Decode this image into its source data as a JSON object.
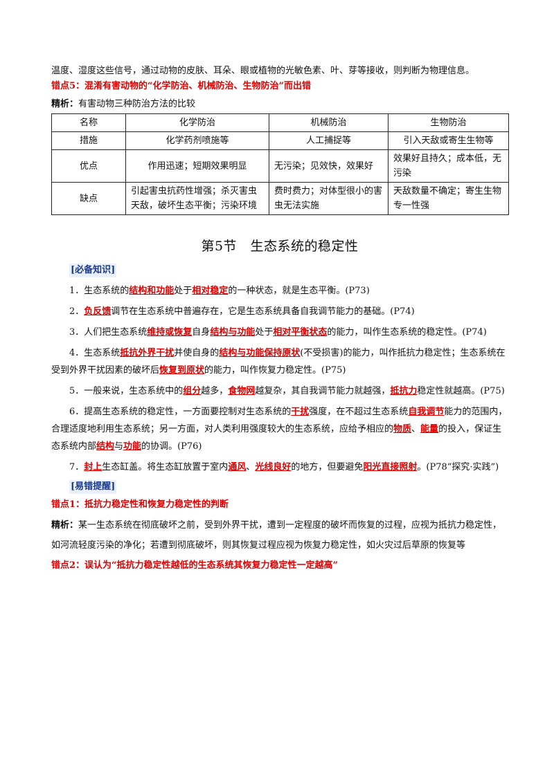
{
  "intro_text": "温度、湿度这些信号，通过动物的皮肤、耳朵、眼或植物的光敏色素、叶、芽等接收，则判断为物理信息。",
  "error5": {
    "title": "错点5：混淆有害动物的“化学防治、机械防治、生物防治”而出错"
  },
  "analysis5": {
    "label": "精析：",
    "text": "有害动物三种防治方法的比较"
  },
  "table": {
    "headers": [
      "名称",
      "化学防治",
      "机械防治",
      "生物防治"
    ],
    "row1": [
      "措施",
      "化学药剂喷施等",
      "人工捕捉等",
      "引入天敌或寄生生物等"
    ],
    "row2": [
      "优点",
      "作用迅速；短期效果明显",
      "无污染；见效快，效果好",
      "效果好且持久；成本低，无污染"
    ],
    "row3": [
      "缺点",
      "引起害虫抗药性增强；杀灭害虫天敌，破坏生态平衡；污染环境",
      "费时费力；对体型很小的害虫无法实施",
      "天敌数量不确定；寄生生物专一性强"
    ]
  },
  "section_title": "第5节　生态系统的稳定性",
  "must_know": "[必备知识]",
  "k1": {
    "a": "1．生态系统的",
    "b": "结构和功能",
    "c": "处于",
    "d": "相对稳定",
    "e": "的一种状态，就是生态平衡。(P73)"
  },
  "k2": {
    "a": "2．",
    "b": "负反馈",
    "c": "调节在生态系统中普遍存在，它是生态系统具备自我调节能力的基础。(P74)"
  },
  "k3": {
    "a": "3．人们把生态系统",
    "b": "维持或恢复",
    "c": "自身",
    "d": "结构与功能",
    "e": "处于",
    "f": "相对平衡状态",
    "g": "的能力，叫作生态系统的稳定性。(P74)"
  },
  "k4": {
    "a": "4．生态系统",
    "b": "抵抗外界干扰",
    "c": "并使自身的",
    "d": "结构与功能保持原状",
    "e": "(不受损害)的能力，叫作抵抗力稳定性；生态系统在受到外界干扰因素的破坏后",
    "f": "恢复到原状",
    "g": "的能力，叫作恢复力稳定性。(P75)"
  },
  "k5": {
    "a": "5．一般来说，生态系统中的",
    "b": "组分",
    "c": "越多，",
    "d": "食物网",
    "e": "越复杂，其自我调节能力就越强，",
    "f": "抵抗力",
    "g": "稳定性就越高。(P75)"
  },
  "k6": {
    "a": "6．提高生态系统的稳定性，一方面要控制对生态系统的",
    "b": "干扰",
    "c": "强度，在不超过生态系统",
    "d": "自我调节",
    "e": "能力的范围内，合理适度地利用生态系统；另一方面，对人类利用强度较大的生态系统，应给予相应的",
    "f": "物质",
    "g": "、",
    "h": "能量",
    "i": "的投入，保证生态系统内部",
    "j": "结构",
    "k": "与",
    "l": "功能",
    "m": "的协调。(P76)"
  },
  "k7": {
    "a": "7．",
    "b": "封上",
    "c": "生态缸盖。将生态缸放置于室内",
    "d": "通风",
    "e": "、",
    "f": "光线良好",
    "g": "的地方，但要避免",
    "h": "阳光直接照射",
    "i": "。(P78“探究·实践”)"
  },
  "easy_error": "[易错提醒]",
  "e1": {
    "title": "错点1：抵抗力稳定性和恢复力稳定性的判断"
  },
  "a1": {
    "label": "精析：",
    "text": "某一生态系统在彻底破坏之前，受到外界干扰，遭到一定程度的破坏而恢复的过程，应视为抵抗力稳定性，如河流轻度污染的净化；若遭到彻底破坏，则其恢复过程应视为恢复力稳定性，如火灾过后草原的恢复等"
  },
  "e2": {
    "title": "错点2：误认为“抵抗力稳定性越低的生态系统其恢复力稳定性一定越高”"
  }
}
